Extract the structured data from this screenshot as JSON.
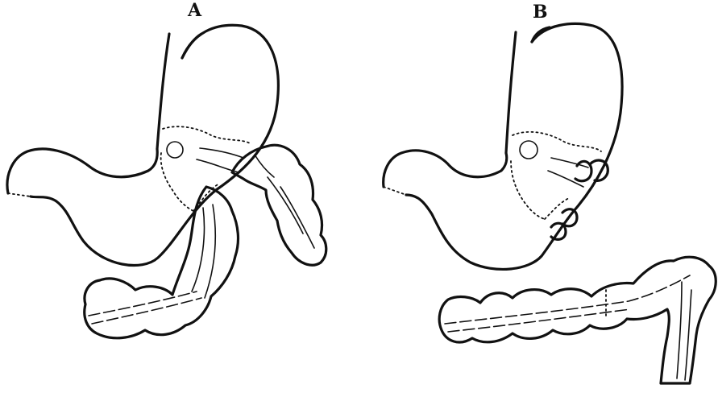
{
  "figure": {
    "panels": [
      {
        "id": "A",
        "label": "A"
      },
      {
        "id": "B",
        "label": "B"
      }
    ],
    "colors": {
      "ink": "#111111",
      "paper": "#ffffff"
    }
  }
}
